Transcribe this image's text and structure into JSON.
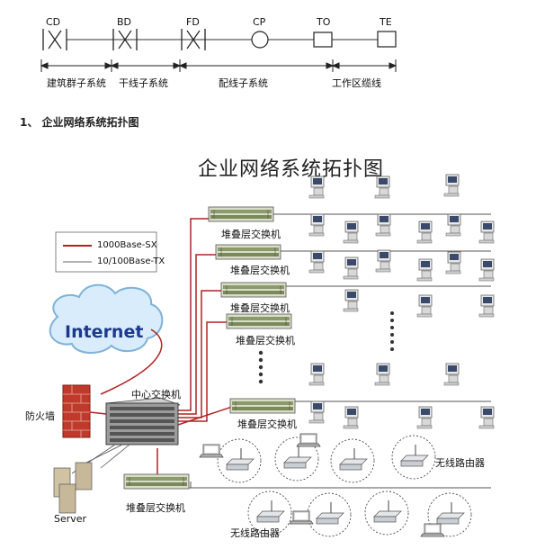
{
  "top_diagram": {
    "nodes": [
      "CD",
      "BD",
      "FD",
      "CP",
      "TO",
      "TE"
    ],
    "spans": [
      "建筑群子系统",
      "干线子系统",
      "配线子系统",
      "工作区缆线"
    ]
  },
  "section_heading": "1、  企业网络系统拓扑图",
  "topology": {
    "title": "企业网络系统拓扑图",
    "legend": {
      "fiber_label": "1000Base-SX",
      "copper_label": "10/100Base-TX",
      "fiber_color": "#b22222",
      "copper_color": "#555555"
    },
    "internet_label": "Internet",
    "firewall_label": "防火墙",
    "core_switch_label": "中心交换机",
    "server_label": "Server",
    "stack_switch_label": "堆叠层交换机",
    "wireless_router_label": "无线路由器"
  }
}
